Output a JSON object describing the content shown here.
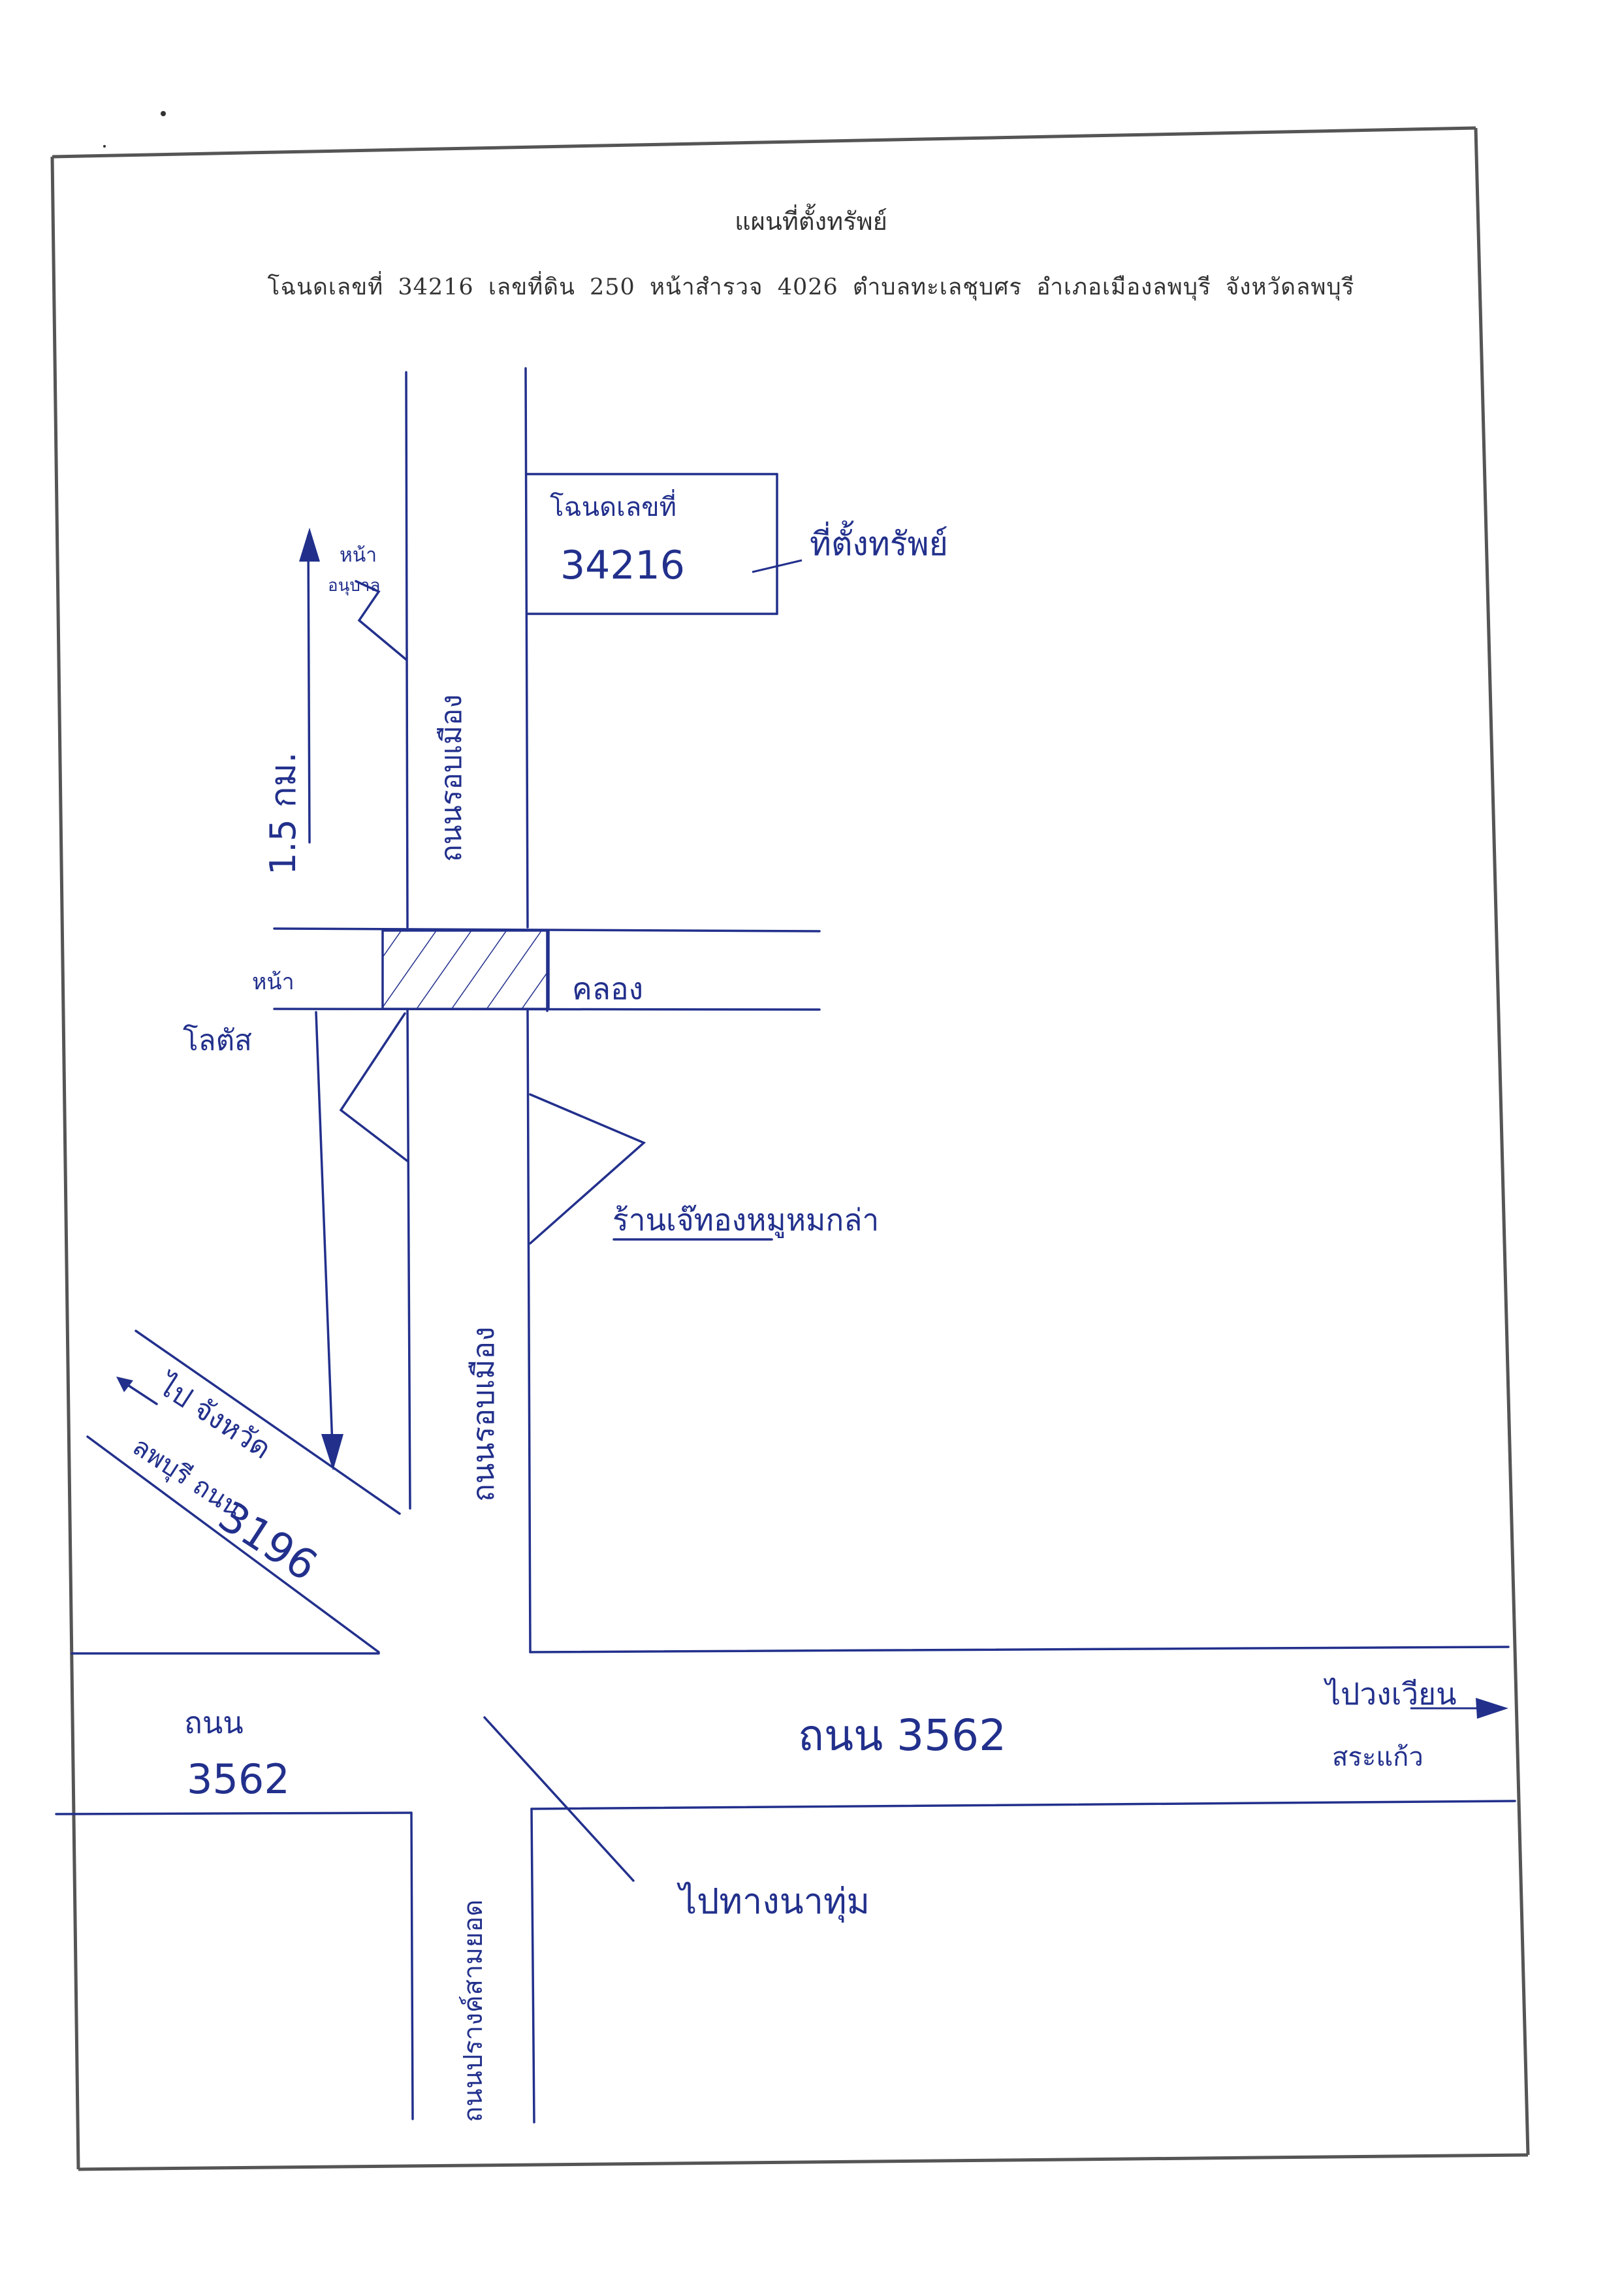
{
  "header": {
    "title": "แผนที่ตั้งทรัพย์",
    "deed_line": "โฉนดเลขที่ 34216 เลขที่ดิน 250 หน้าสำรวจ 4026 ตำบลทะเลชุบศร อำเภอเมืองลพบุรี จังหวัดลพบุรี"
  },
  "labels": {
    "deed_box_line1": "โฉนดเลขที่",
    "deed_box_line2": "34216",
    "property_note": "ที่ตั้งทรัพย์",
    "road_upper": "ถนนรอบเมือง",
    "road_lower": "ถนนรอบเมือง",
    "canal": "คลอง",
    "distance": "1.5 กม.",
    "school_side_top": "หน้า",
    "school_side_bottom": "อนุบาล",
    "left_note_top": "หน้า",
    "left_note_bottom": "โลตัส",
    "shop_note": "ร้านเจ๊ทองหมูหมกล่า",
    "to_lopburi_line1": "ไป จังหวัด",
    "to_lopburi_line2": "ลพบุรี ถนน",
    "route_3196": "3196",
    "road_3562_left_top": "ถนน",
    "road_3562_left_num": "3562",
    "road_3562_main": "ถนน 3562",
    "to_right_line1": "ไปวงเวียน",
    "to_right_line2": "สระแก้ว",
    "bottom_road": "ถนนปรางค์สามยอด",
    "to_bottom": "ไปทางนาทุ่ม"
  },
  "colors": {
    "ink": "#22308c",
    "frame": "#555555",
    "print_text": "#333333"
  },
  "icons": {
    "north_arrow": "triangle-up",
    "right_arrow": "triangle-right"
  }
}
